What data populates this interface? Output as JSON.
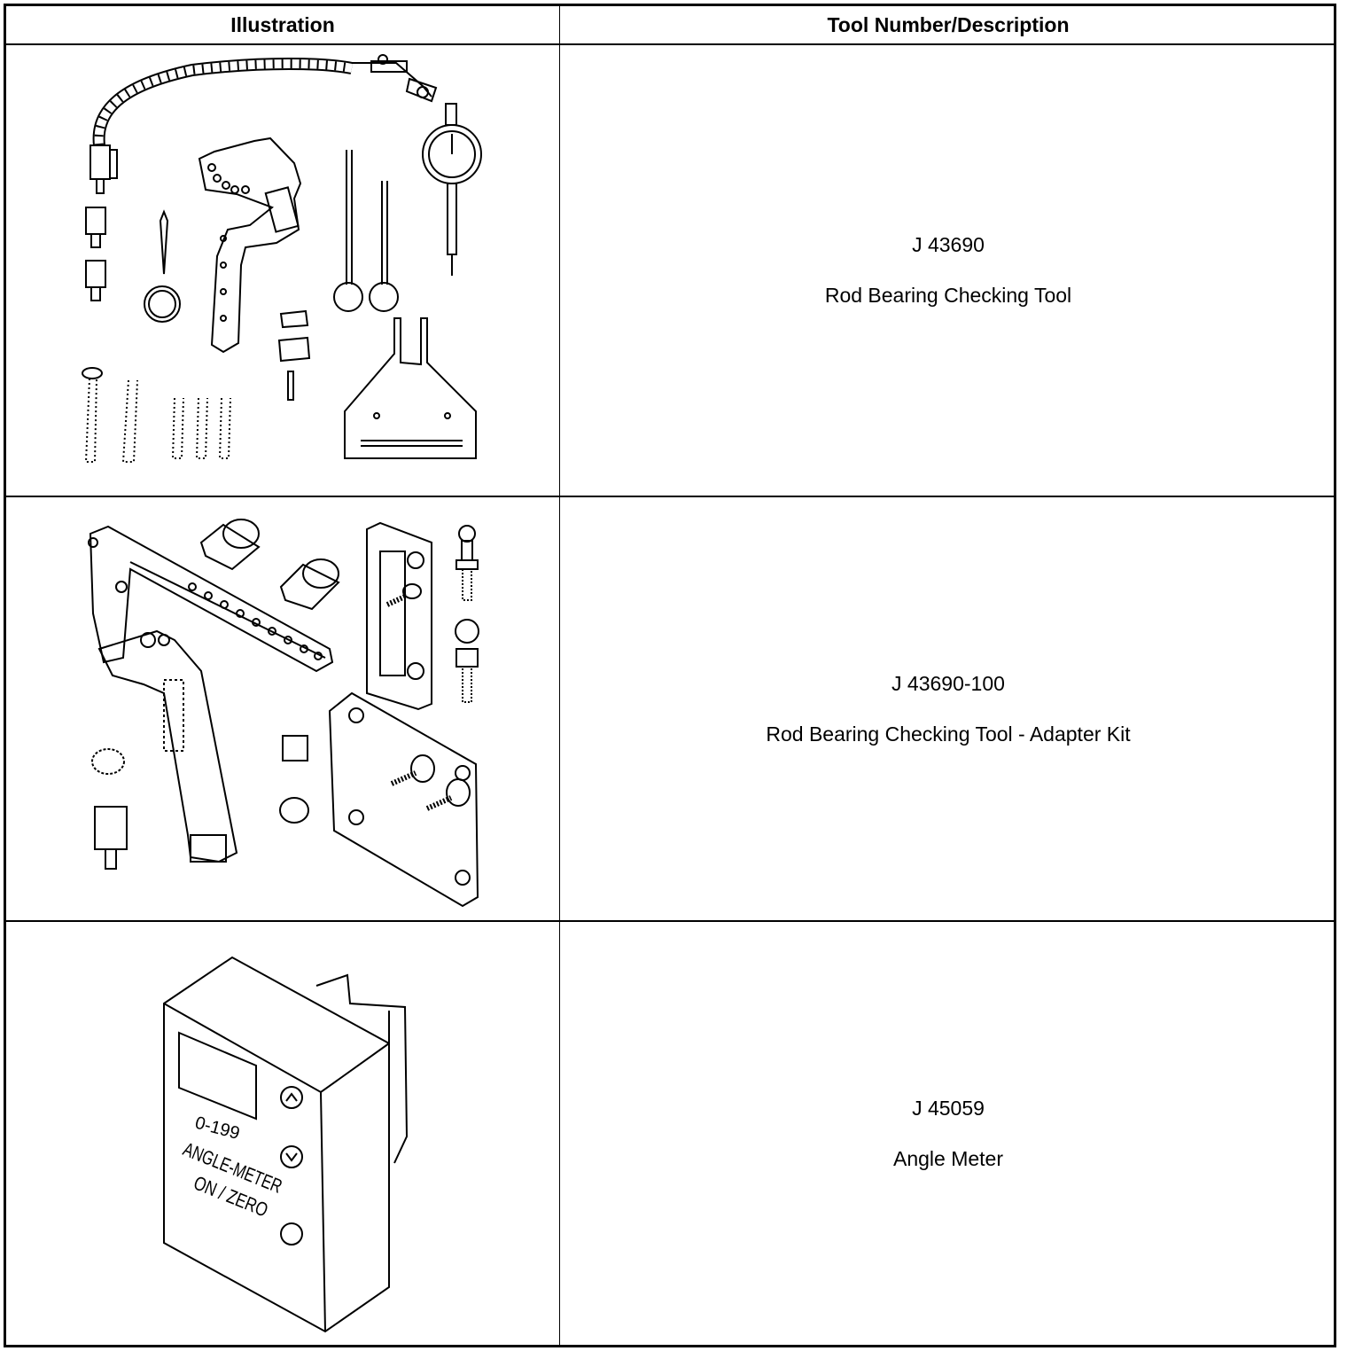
{
  "table": {
    "headers": {
      "illustration": "Illustration",
      "tool": "Tool Number/Description"
    },
    "rows": [
      {
        "number": "J 43690",
        "description": "Rod Bearing Checking Tool",
        "illustration_icon": "rod-bearing-checking-tool-icon"
      },
      {
        "number": "J 43690-100",
        "description": "Rod Bearing Checking Tool - Adapter Kit",
        "illustration_icon": "adapter-kit-icon"
      },
      {
        "number": "J 45059",
        "description": "Angle Meter",
        "illustration_icon": "angle-meter-icon",
        "device_text": {
          "range": "0-199",
          "name": "ANGLE-METER",
          "button": "ON / ZERO"
        }
      }
    ]
  }
}
